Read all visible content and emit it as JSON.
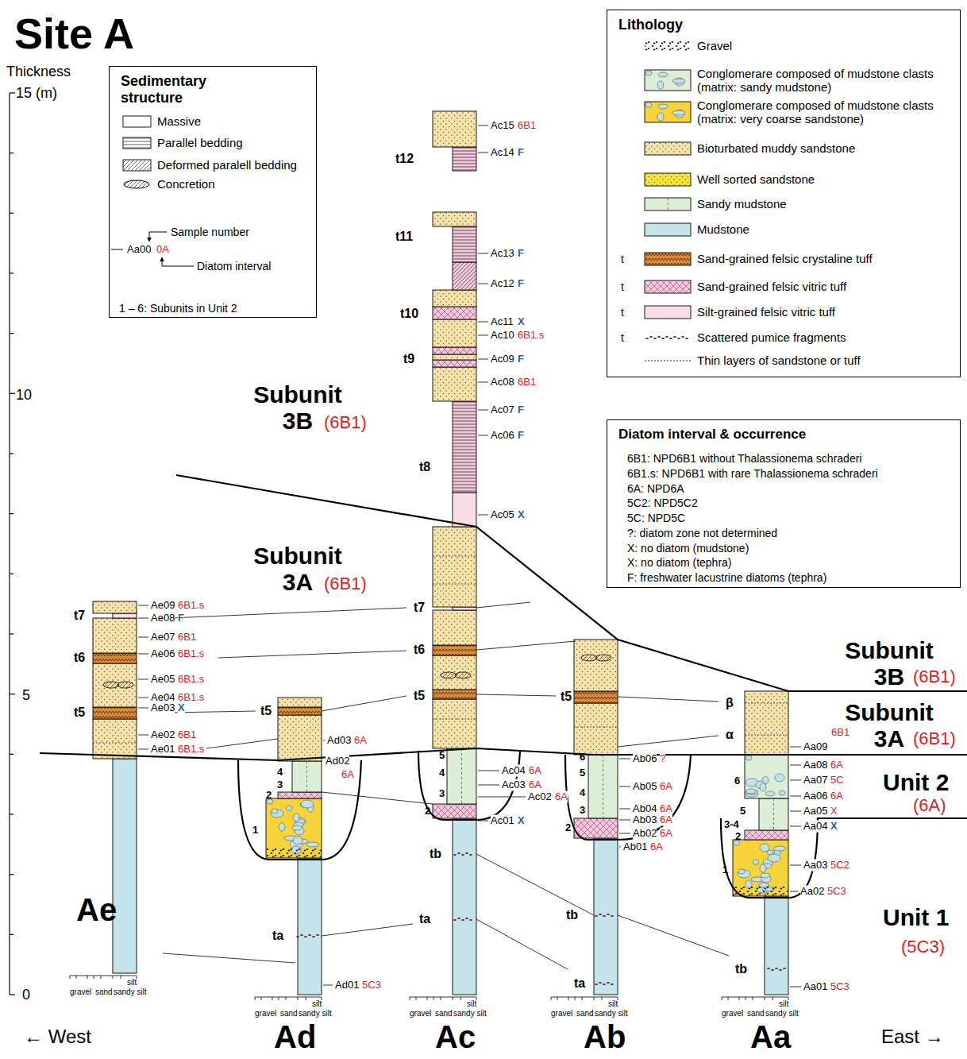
{
  "diagram": {
    "title": "Site A",
    "nodes": [
      {
        "text": [
          "Sedimentary structure"
        ]
      },
      {
        "text": [
          "Lithology"
        ]
      },
      {
        "text": [
          "Diatom interval & occurrence"
        ]
      }
    ],
    "labels": [
      "Thickness",
      "15 (m)",
      "10",
      "5",
      "0",
      "Ae",
      "Ad",
      "Ac",
      "Ab",
      "Aa",
      "← West",
      "East →",
      "Subunit 3B",
      "(6B1)",
      "Subunit 3A",
      "(6B1)",
      "Subunit 3B",
      "(6B1)",
      "Subunit 3A",
      "(6B1)",
      "Unit 2",
      "(6A)",
      "Unit 1",
      "(5C3)",
      "Sample number",
      "Aa00",
      "0A",
      "Diatom interval",
      "1 – 6: Subunits in Unit 2",
      "t",
      "t",
      "t",
      "t",
      "t7",
      "t6",
      "t5",
      "t5",
      "ta",
      "4",
      "3",
      "2",
      "1",
      "t12",
      "t11",
      "t10",
      "t9",
      "t8",
      "t7",
      "t6",
      "t5",
      "5",
      "4",
      "3",
      "2",
      "tb",
      "ta",
      "t5",
      "6",
      "5",
      "4",
      "3",
      "2",
      "tb",
      "ta",
      "β",
      "α",
      "6",
      "5",
      "3-4",
      "2",
      "1",
      "tb",
      "Ae09",
      "6B1.s",
      "Ae08",
      "F",
      "Ae07",
      "6B1",
      "Ae06",
      "6B1.s",
      "Ae05",
      "6B1.s",
      "Ae04",
      "6B1.s",
      "Ae03",
      "X",
      "Ae02",
      "6B1",
      "Ae01",
      "6B1.s",
      "Ad03",
      "6A",
      "Ad02",
      "6A",
      "Ad01",
      "5C3",
      "Ac15",
      "6B1",
      "Ac14",
      "F",
      "Ac13",
      "F",
      "Ac12",
      "F",
      "Ac11",
      "X",
      "Ac10",
      "6B1.s",
      "Ac09",
      "F",
      "Ac08",
      "6B1",
      "Ac07",
      "F",
      "Ac06",
      "F",
      "Ac05",
      "X",
      "Ac04",
      "6A",
      "Ac03",
      "6A",
      "Ac02",
      "6A",
      "Ac01",
      "X",
      "Ab06",
      "?",
      "Ab05",
      "6A",
      "Ab04",
      "6A",
      "Ab03",
      "6A",
      "Ab02",
      "6A",
      "Ab01",
      "6A",
      "Aa09",
      "6B1",
      "Aa08",
      "6A",
      "Aa07",
      "5C",
      "Aa06",
      "6A",
      "Aa05",
      "X",
      "Aa04",
      "X",
      "Aa03",
      "5C2",
      "Aa02",
      "5C3",
      "Aa01",
      "5C3",
      "silt",
      "gravel",
      "sand",
      "sandy silt",
      "silt",
      "gravel",
      "sand",
      "sandy silt",
      "silt",
      "gravel",
      "sand",
      "sandy silt",
      "silt",
      "gravel",
      "sand",
      "sandy silt",
      "silt",
      "gravel",
      "sand",
      "sandy silt"
    ],
    "legend": [
      {
        "text": "Massive"
      },
      {
        "text": "Parallel bedding"
      },
      {
        "text": "Deformed paralell bedding"
      },
      {
        "text": "Concretion"
      },
      {
        "text": "Gravel"
      },
      {
        "text": "Conglomerare composed of mudstone clasts (matrix: sandy mudstone)",
        "color": "#dcefd6"
      },
      {
        "text": "Conglomerare composed of mudstone clasts (matrix: very coarse sandstone)",
        "color": "#f7d43a"
      },
      {
        "text": "Bioturbated muddy sandstone",
        "color": "#f9e3a8"
      },
      {
        "text": "Well sorted sandstone",
        "color": "#f8e43a"
      },
      {
        "text": "Sandy mudstone",
        "color": "#dcefd6"
      },
      {
        "text": "Mudstone",
        "color": "#c4e3ea"
      },
      {
        "text": "Sand-grained felsic crystaline tuff",
        "color": "#d98a3a"
      },
      {
        "text": "Sand-grained felsic vitric tuff",
        "color": "#f3c8dc"
      },
      {
        "text": "Silt-grained felsic vitric tuff",
        "color": "#fbdde8"
      },
      {
        "text": "Scattered pumice fragments"
      },
      {
        "text": "Thin layers of sandstone or tuff"
      },
      {
        "text": "6B1: NPD6B1 without Thalassionema schraderi"
      },
      {
        "text": "6B1.s: NPD6B1 with rare Thalassionema schraderi"
      },
      {
        "text": "6A: NPD6A"
      },
      {
        "text": "5C2: NPD5C2"
      },
      {
        "text": "5C: NPD5C"
      },
      {
        "text": "?: diatom zone not determined"
      },
      {
        "text": "X: no diatom (mudstone)"
      },
      {
        "text": "X: no diatom (tephra)"
      },
      {
        "text": "F: freshwater lacustrine diatoms (tephra)"
      }
    ]
  }
}
